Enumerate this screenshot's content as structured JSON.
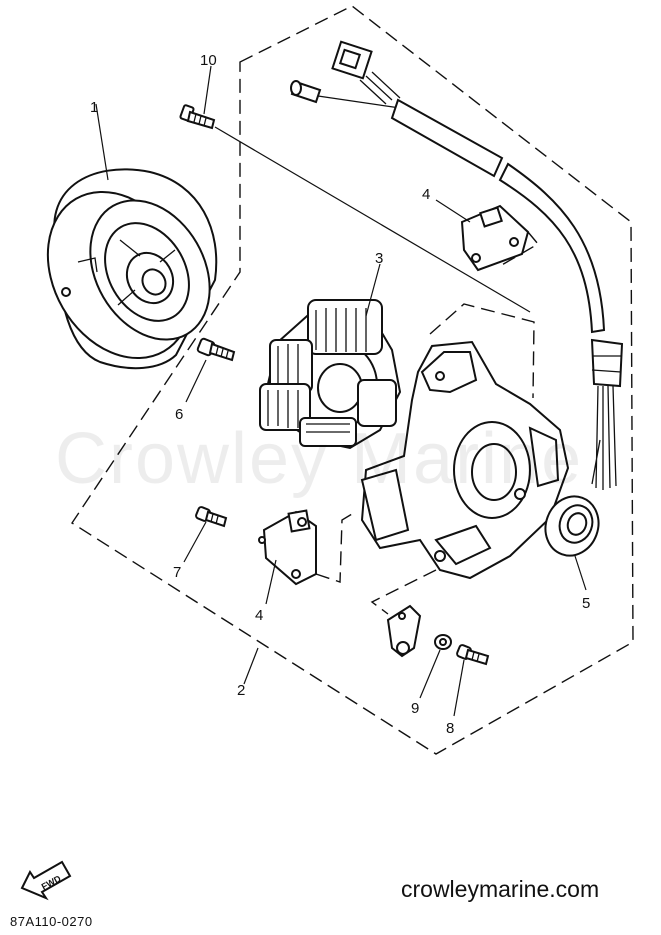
{
  "diagram": {
    "callouts": [
      {
        "id": "1",
        "label": "1"
      },
      {
        "id": "2",
        "label": "2"
      },
      {
        "id": "3",
        "label": "3"
      },
      {
        "id": "4a",
        "label": "4"
      },
      {
        "id": "4b",
        "label": "4"
      },
      {
        "id": "5",
        "label": "5"
      },
      {
        "id": "6",
        "label": "6"
      },
      {
        "id": "7",
        "label": "7"
      },
      {
        "id": "8",
        "label": "8"
      },
      {
        "id": "9",
        "label": "9"
      },
      {
        "id": "10",
        "label": "10"
      }
    ],
    "fwd_label": "FWD",
    "watermark": "Crowley Marine",
    "website": "crowleymarine.com",
    "drawing_code": "87A110-0270"
  }
}
